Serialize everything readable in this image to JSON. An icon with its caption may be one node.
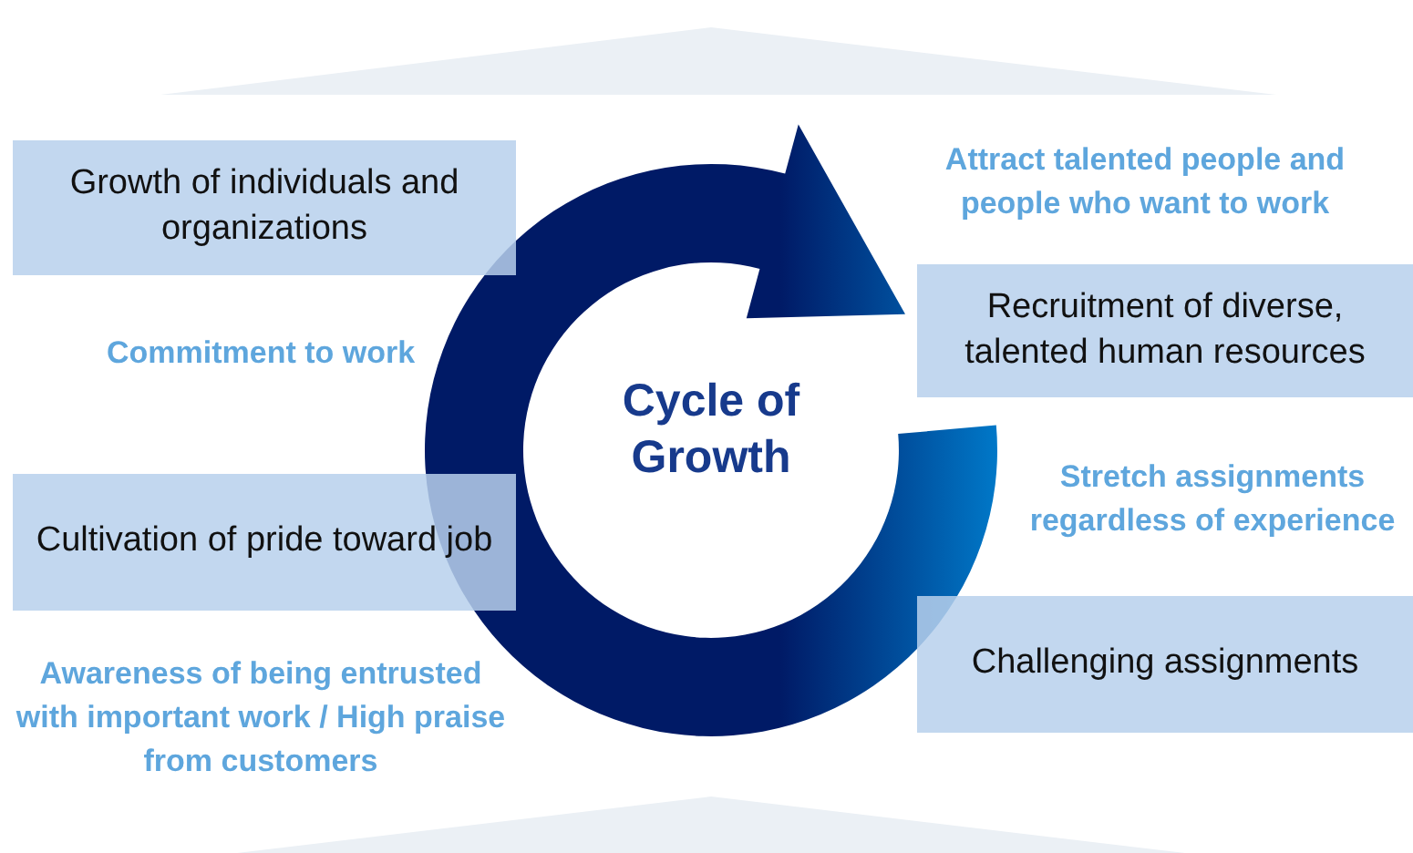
{
  "diagram": {
    "nodes": [
      {
        "text": [
          "Growth of individuals and organizations"
        ]
      },
      {
        "text": [
          "Recruitment of diverse, talented human resources"
        ]
      },
      {
        "text": [
          "Cycle of Growth"
        ]
      },
      {
        "text": [
          "Cultivation of pride toward job"
        ]
      },
      {
        "text": [
          "Challenging assignments"
        ]
      }
    ],
    "labels": [
      "Attract talented people and people who want to work",
      "Commitment to work",
      "Stretch assignments regardless of experience",
      "Awareness of being entrusted with important work / High praise from customers"
    ]
  }
}
